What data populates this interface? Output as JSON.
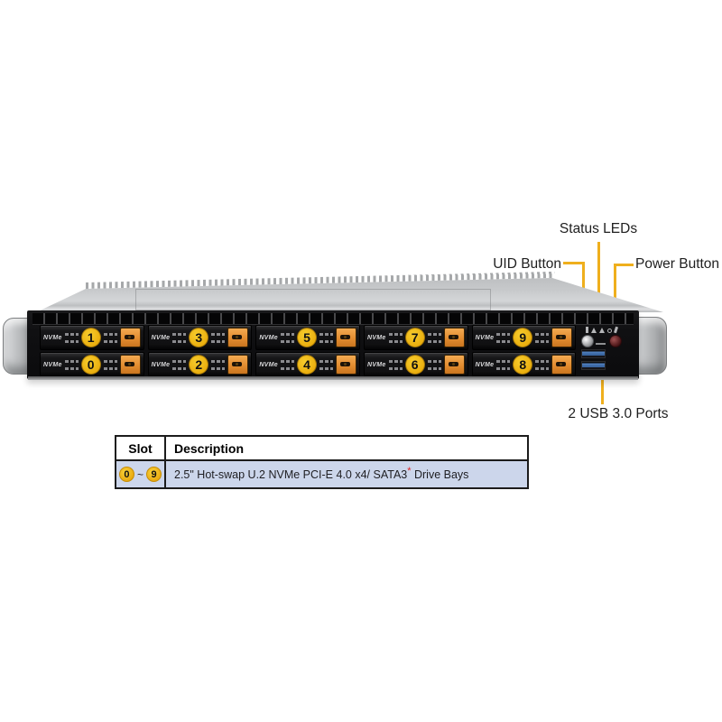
{
  "callouts": {
    "status_leds": "Status LEDs",
    "uid_button": "UID Button",
    "power_button": "Power Button",
    "usb_ports": "2 USB 3.0 Ports"
  },
  "server": {
    "drive_type_label": "NVMe",
    "trays": [
      "1",
      "0",
      "3",
      "2",
      "5",
      "4",
      "7",
      "6",
      "9",
      "8"
    ]
  },
  "table": {
    "header_slot": "Slot",
    "header_description": "Description",
    "row": {
      "slot_from": "0",
      "slot_separator": "~",
      "slot_to": "9",
      "description": "2.5\" Hot-swap U.2 NVMe PCI-E 4.0 x4/ SATA3",
      "footnote_marker": "*",
      "description_suffix": " Drive Bays"
    }
  },
  "colors": {
    "callout_line": "#EFAF1D",
    "slot_badge_yellow": "#EDB411",
    "latch_orange": "#E8923A",
    "usb_blue": "#3F6FAE",
    "table_row_bg": "#CCD6EB",
    "footnote_red": "#E02020"
  }
}
